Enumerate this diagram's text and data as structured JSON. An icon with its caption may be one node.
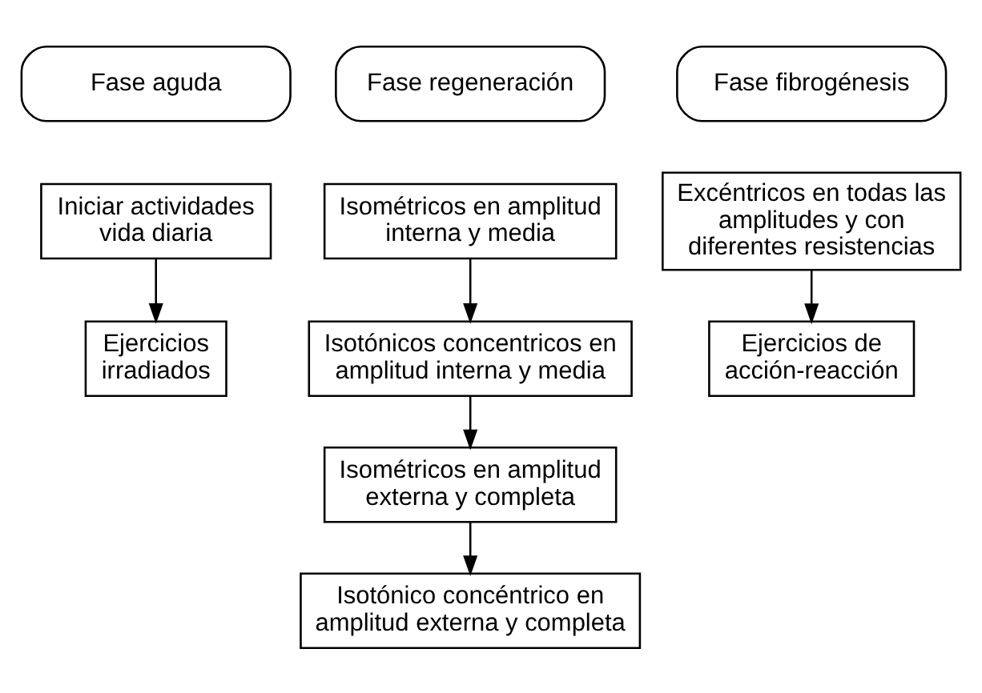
{
  "diagram": {
    "nodes": [
      {
        "text": [
          "Fase aguda"
        ]
      },
      {
        "text": [
          "Fase regeneración"
        ]
      },
      {
        "text": [
          "Fase fibrogénesis"
        ]
      },
      {
        "text": [
          "Iniciar actividades vida diaria"
        ]
      },
      {
        "text": [
          "Ejercicios irradiados"
        ]
      },
      {
        "text": [
          "Isométricos en amplitud interna y media"
        ]
      },
      {
        "text": [
          "Isotónicos concentricos en amplitud interna y media"
        ]
      },
      {
        "text": [
          "Isométricos en amplitud externa y completa"
        ]
      },
      {
        "text": [
          "Isotónico concéntrico en amplitud externa y completa"
        ]
      },
      {
        "text": [
          "Excéntricos en todas las amplitudes y con diferentes resistencias"
        ]
      },
      {
        "text": [
          "Ejercicios de acción-reacción"
        ]
      }
    ],
    "edges": [
      {
        "from": 3,
        "to": 4,
        "arrow": "to"
      },
      {
        "from": 5,
        "to": 6,
        "arrow": "to"
      },
      {
        "from": 6,
        "to": 7,
        "arrow": "to"
      },
      {
        "from": 7,
        "to": 8,
        "arrow": "to"
      },
      {
        "from": 9,
        "to": 10,
        "arrow": "to"
      }
    ]
  }
}
